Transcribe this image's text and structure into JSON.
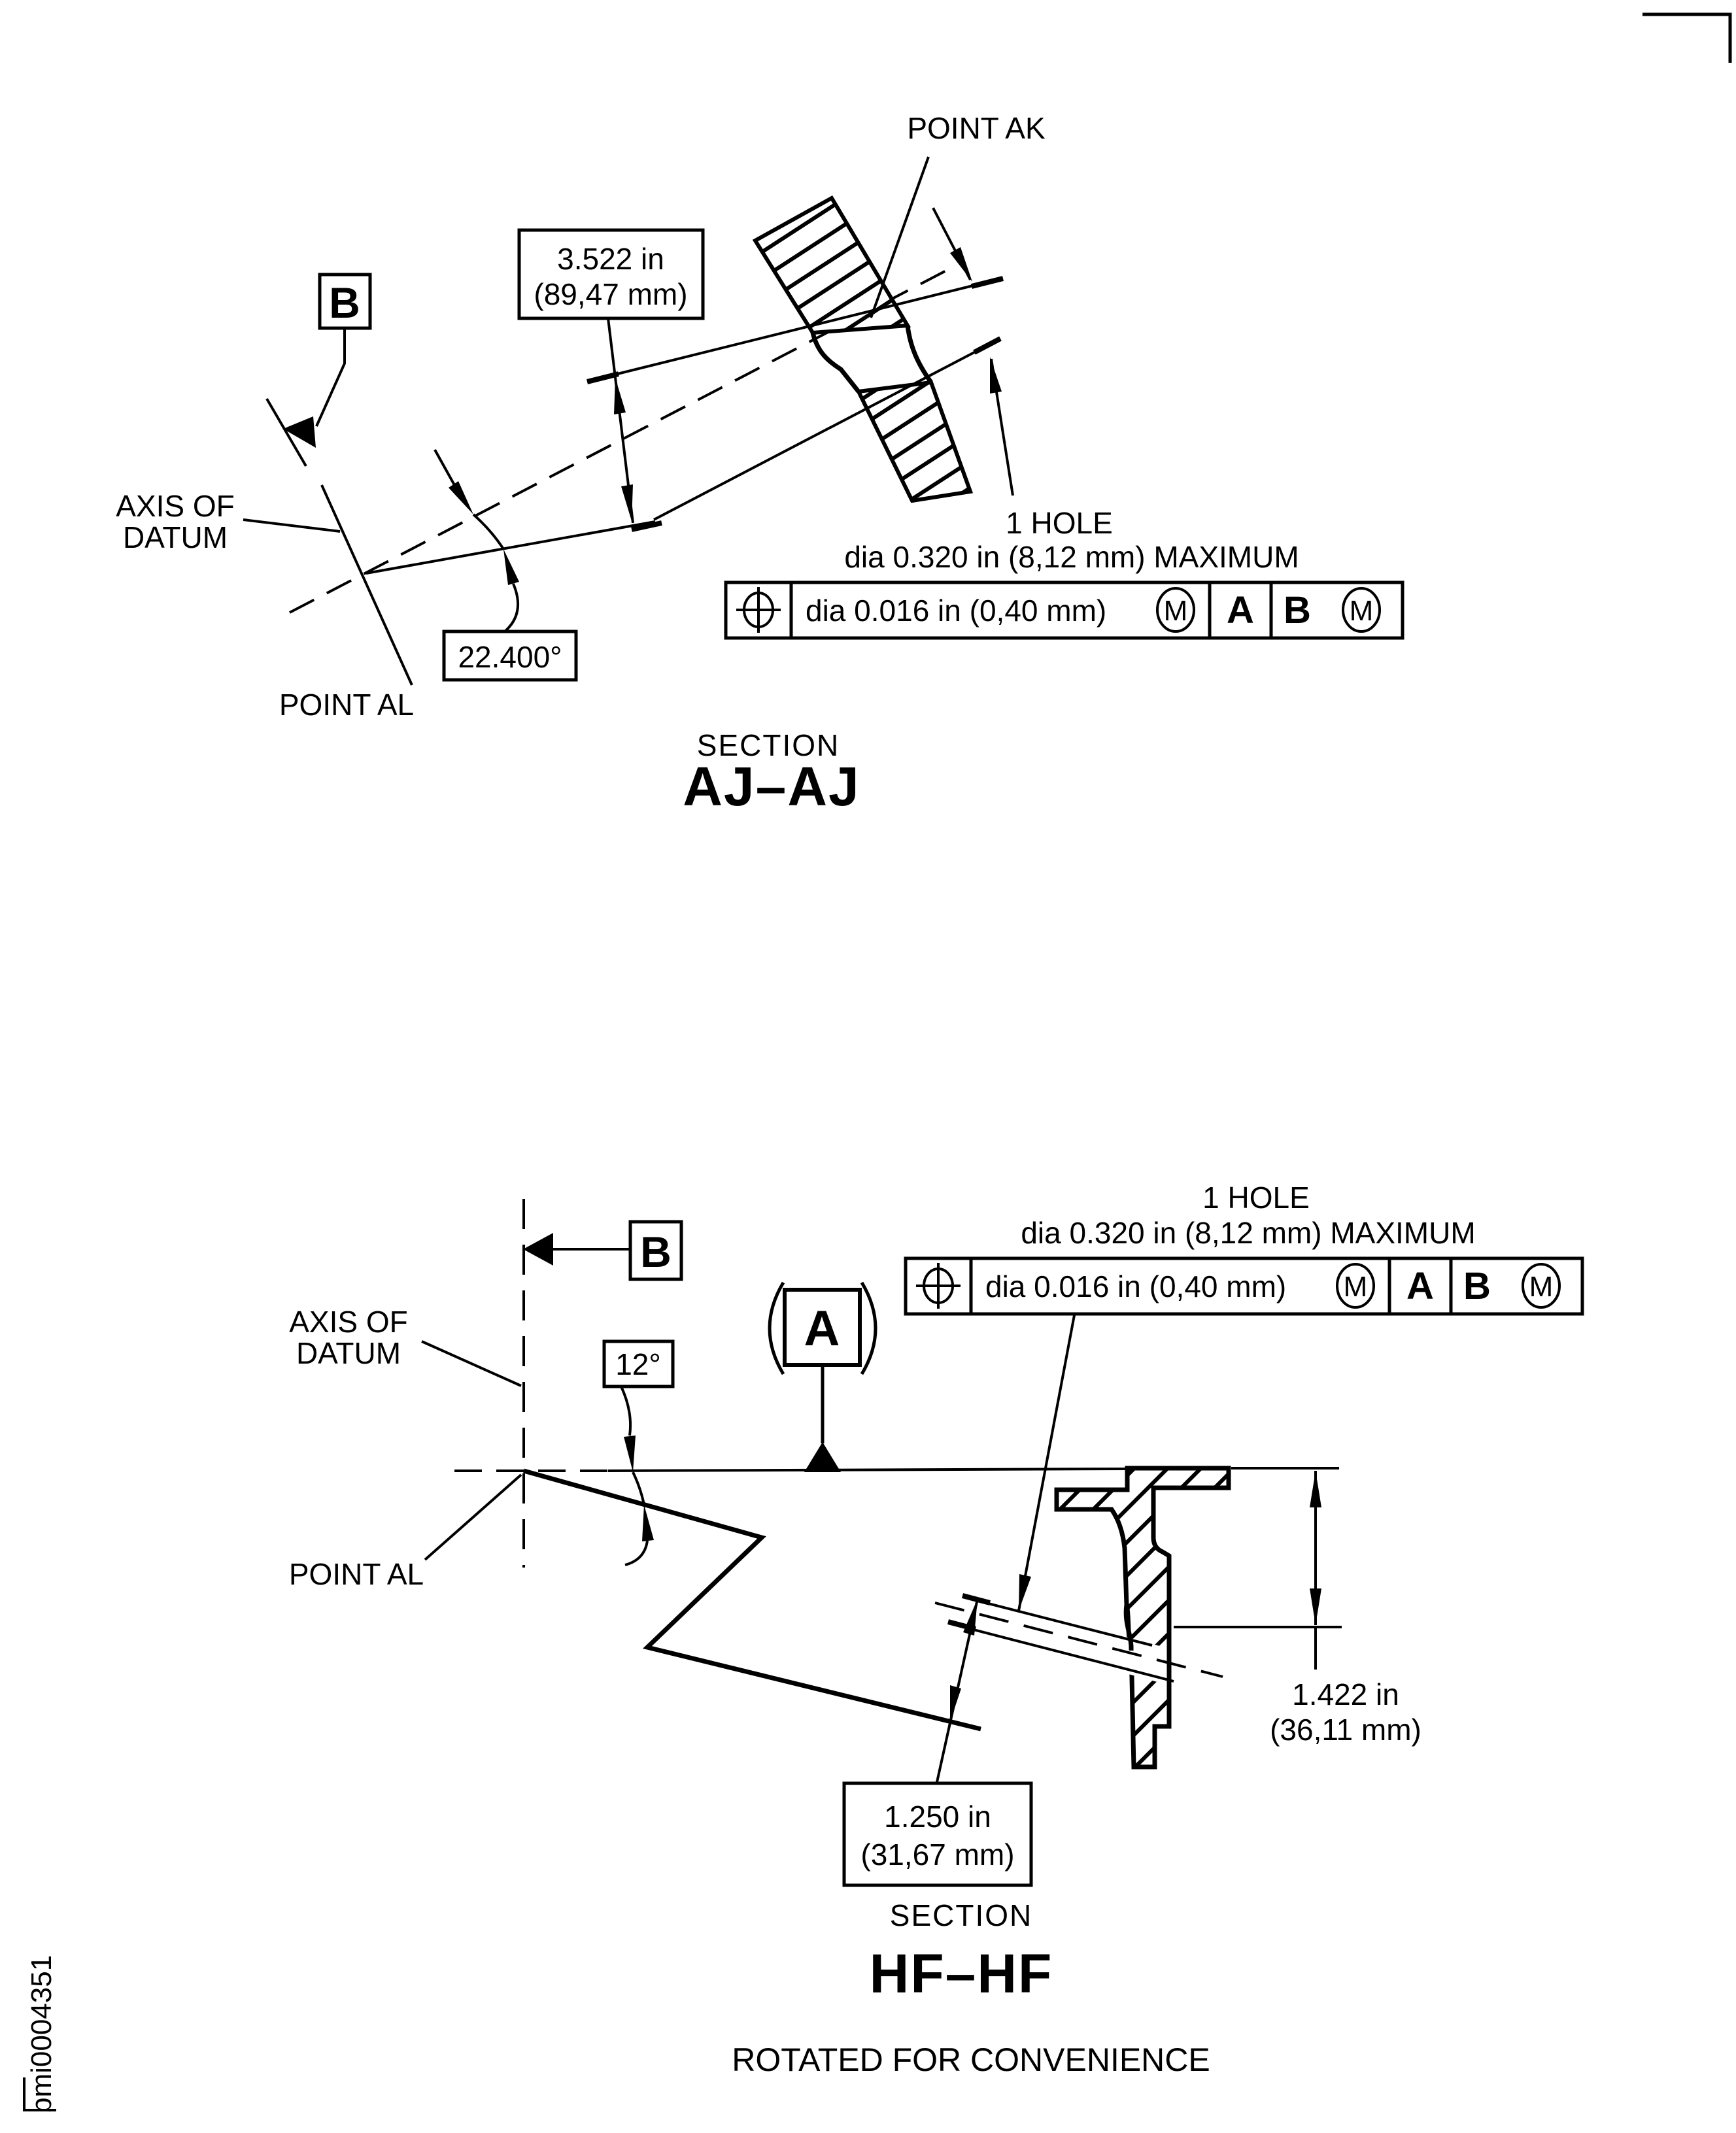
{
  "page": {
    "background": "#ffffff",
    "ink": "#000000"
  },
  "figure_aj": {
    "point_ak": "POINT AK",
    "axis_label_line1": "AXIS OF",
    "axis_label_line2": "DATUM",
    "point_al": "POINT AL",
    "datum_b": "B",
    "angle": "22.400°",
    "dim_in": "3.522 in",
    "dim_mm": "(89,47 mm)",
    "hole_note_line1": "1 HOLE",
    "hole_note_line2": "dia 0.320 in (8,12 mm) MAXIMUM",
    "fcf": {
      "tolerance": "dia 0.016 in (0,40 mm)",
      "modifier1": "M",
      "datum1": "A",
      "datum2": "B",
      "modifier2": "M"
    },
    "section_label": "SECTION",
    "section_name": "AJ–AJ"
  },
  "figure_hf": {
    "axis_label_line1": "AXIS OF",
    "axis_label_line2": "DATUM",
    "point_al": "POINT AL",
    "datum_b": "B",
    "datum_a": "A",
    "angle": "12°",
    "dim1_in": "1.250 in",
    "dim1_mm": "(31,67 mm)",
    "dim2_in": "1.422 in",
    "dim2_mm": "(36,11 mm)",
    "hole_note_line1": "1 HOLE",
    "hole_note_line2": "dia 0.320 in (8,12 mm) MAXIMUM",
    "fcf": {
      "tolerance": "dia 0.016 in (0,40 mm)",
      "modifier1": "M",
      "datum1": "A",
      "datum2": "B",
      "modifier2": "M"
    },
    "section_label": "SECTION",
    "section_name": "HF–HF",
    "section_note": "ROTATED FOR CONVENIENCE"
  },
  "footer": {
    "drawing_id": "bmi0004351"
  }
}
